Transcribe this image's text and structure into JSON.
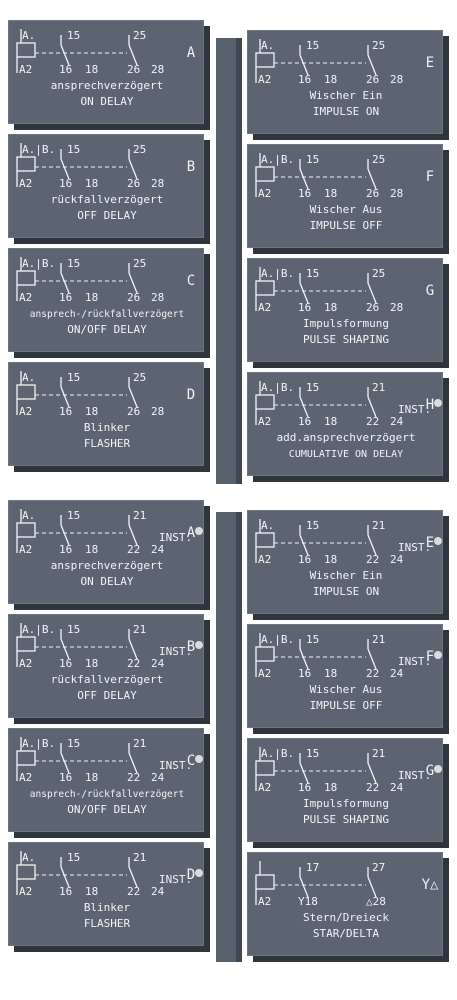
{
  "plates": [
    {
      "letter": "A",
      "coil": "A.",
      "c1": "15",
      "c2": "25",
      "b1": "A2",
      "b2": "16",
      "b3": "18",
      "b4": "26",
      "b5": "28",
      "de": "ansprechverzögert",
      "en": "ON DELAY",
      "inst": ""
    },
    {
      "letter": "E",
      "coil": "A.",
      "c1": "15",
      "c2": "25",
      "b1": "A2",
      "b2": "16",
      "b3": "18",
      "b4": "26",
      "b5": "28",
      "de": "Wischer Ein",
      "en": "IMPULSE ON",
      "inst": ""
    },
    {
      "letter": "B",
      "coil": "A.|B.",
      "c1": "15",
      "c2": "25",
      "b1": "A2",
      "b2": "16",
      "b3": "18",
      "b4": "26",
      "b5": "28",
      "de": "rückfallverzögert",
      "en": "OFF DELAY",
      "inst": ""
    },
    {
      "letter": "F",
      "coil": "A.|B.",
      "c1": "15",
      "c2": "25",
      "b1": "A2",
      "b2": "16",
      "b3": "18",
      "b4": "26",
      "b5": "28",
      "de": "Wischer Aus",
      "en": "IMPULSE OFF",
      "inst": ""
    },
    {
      "letter": "C",
      "coil": "A.|B.",
      "c1": "15",
      "c2": "25",
      "b1": "A2",
      "b2": "16",
      "b3": "18",
      "b4": "26",
      "b5": "28",
      "de": "ansprech-/rückfallverzögert",
      "en": "ON/OFF DELAY",
      "inst": ""
    },
    {
      "letter": "G",
      "coil": "A.|B.",
      "c1": "15",
      "c2": "25",
      "b1": "A2",
      "b2": "16",
      "b3": "18",
      "b4": "26",
      "b5": "28",
      "de": "Impulsformung",
      "en": "PULSE SHAPING",
      "inst": ""
    },
    {
      "letter": "D",
      "coil": "A.",
      "c1": "15",
      "c2": "25",
      "b1": "A2",
      "b2": "16",
      "b3": "18",
      "b4": "26",
      "b5": "28",
      "de": "Blinker",
      "en": "FLASHER",
      "inst": ""
    },
    {
      "letter": "H",
      "coil": "A.|B.",
      "c1": "15",
      "c2": "21",
      "b1": "A2",
      "b2": "16",
      "b3": "18",
      "b4": "22",
      "b5": "24",
      "de": "add.ansprechverzögert",
      "en": "CUMULATIVE ON DELAY",
      "inst": "INST."
    },
    {
      "letter": "A",
      "coil": "A.",
      "c1": "15",
      "c2": "21",
      "b1": "A2",
      "b2": "16",
      "b3": "18",
      "b4": "22",
      "b5": "24",
      "de": "ansprechverzögert",
      "en": "ON DELAY",
      "inst": "INST."
    },
    {
      "letter": "E",
      "coil": "A.",
      "c1": "15",
      "c2": "21",
      "b1": "A2",
      "b2": "16",
      "b3": "18",
      "b4": "22",
      "b5": "24",
      "de": "Wischer Ein",
      "en": "IMPULSE ON",
      "inst": "INST."
    },
    {
      "letter": "B",
      "coil": "A.|B.",
      "c1": "15",
      "c2": "21",
      "b1": "A2",
      "b2": "16",
      "b3": "18",
      "b4": "22",
      "b5": "24",
      "de": "rückfallverzögert",
      "en": "OFF DELAY",
      "inst": "INST."
    },
    {
      "letter": "F",
      "coil": "A.|B.",
      "c1": "15",
      "c2": "21",
      "b1": "A2",
      "b2": "16",
      "b3": "18",
      "b4": "22",
      "b5": "24",
      "de": "Wischer Aus",
      "en": "IMPULSE OFF",
      "inst": "INST."
    },
    {
      "letter": "C",
      "coil": "A.|B.",
      "c1": "15",
      "c2": "21",
      "b1": "A2",
      "b2": "16",
      "b3": "18",
      "b4": "22",
      "b5": "24",
      "de": "ansprech-/rückfallverzögert",
      "en": "ON/OFF DELAY",
      "inst": "INST."
    },
    {
      "letter": "G",
      "coil": "A.|B.",
      "c1": "15",
      "c2": "21",
      "b1": "A2",
      "b2": "16",
      "b3": "18",
      "b4": "22",
      "b5": "24",
      "de": "Impulsformung",
      "en": "PULSE SHAPING",
      "inst": "INST."
    },
    {
      "letter": "D",
      "coil": "A.",
      "c1": "15",
      "c2": "21",
      "b1": "A2",
      "b2": "16",
      "b3": "18",
      "b4": "22",
      "b5": "24",
      "de": "Blinker",
      "en": "FLASHER",
      "inst": "INST."
    },
    {
      "letter": "Y△",
      "coil": "",
      "c1": "17",
      "c2": "27",
      "b1": "A2",
      "b2": "Y18",
      "b3": "",
      "b4": "△28",
      "b5": "",
      "de": "Stern/Dreieck",
      "en": "STAR/DELTA",
      "inst": ""
    }
  ]
}
